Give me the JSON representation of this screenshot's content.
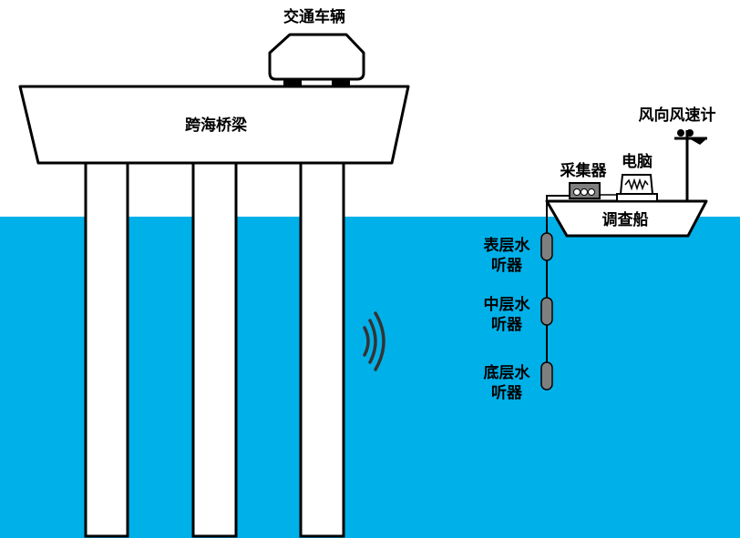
{
  "colors": {
    "water": "#00b0e8",
    "background": "#ffffff",
    "stroke": "#000000",
    "hydrophone": "#7f7f7f",
    "collector": "#7f7f7f"
  },
  "labels": {
    "vehicle": "交通车辆",
    "bridge": "跨海桥梁",
    "anemometer": "风向风速计",
    "collector": "采集器",
    "computer": "电脑",
    "ship": "调查船",
    "hydrophone_surface": [
      "表层水",
      "听器"
    ],
    "hydrophone_middle": [
      "中层水",
      "听器"
    ],
    "hydrophone_bottom": [
      "底层水",
      "听器"
    ]
  },
  "icons": {
    "sound_wave": "sound-wave-icon",
    "wind_vane": "wind-vane-icon",
    "waveform": "waveform-icon"
  }
}
